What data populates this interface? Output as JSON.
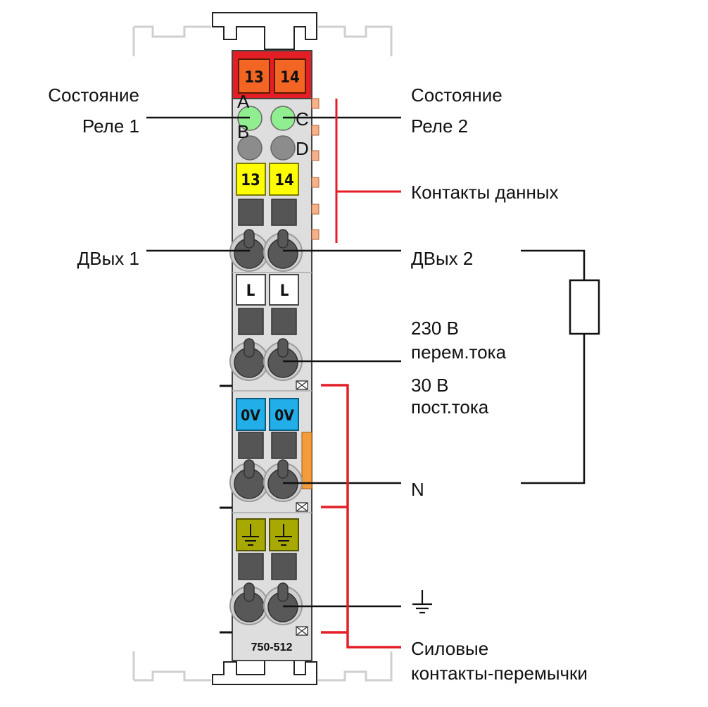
{
  "module": {
    "part_number": "750-512",
    "top_terminals": [
      "13",
      "14"
    ],
    "led_letters": [
      "A",
      "B",
      "C",
      "D"
    ],
    "data_tags": [
      "13",
      "14"
    ],
    "l_tags": [
      "L",
      "L"
    ],
    "ov_tags": [
      "0V",
      "0V"
    ]
  },
  "labels": {
    "relay1_status_line1": "Состояние",
    "relay1_status_line2": "Реле 1",
    "relay2_status_line1": "Состояние",
    "relay2_status_line2": "Реле 2",
    "data_contacts": "Контакты данных",
    "dout1": "ДВых 1",
    "dout2": "ДВых 2",
    "voltage_ac_line1": "230 В",
    "voltage_ac_line2": "перем.тока",
    "voltage_dc_line1": "30 В",
    "voltage_dc_line2": "пост.тока",
    "neutral": "N",
    "power_jumper_line1": "Силовые",
    "power_jumper_line2": "контакты-перемычки"
  },
  "icons": {
    "ground": "ground-icon",
    "load": "load-resistor-icon"
  },
  "colors": {
    "housing": "#dedede",
    "rail": "#cccccc",
    "top_bar": "#e41e26",
    "top_tag": "#f26522",
    "led_green": "#90ee90",
    "led_gray": "#8c8c8c",
    "tag_yellow": "#ffff00",
    "tag_white": "#ffffff",
    "tag_blue": "#22aee8",
    "tag_ground": "#a7a800",
    "clamp": "#555555",
    "screw": "#585858",
    "red_lines": "#e41e26",
    "orange_contact": "#f39c3c"
  }
}
